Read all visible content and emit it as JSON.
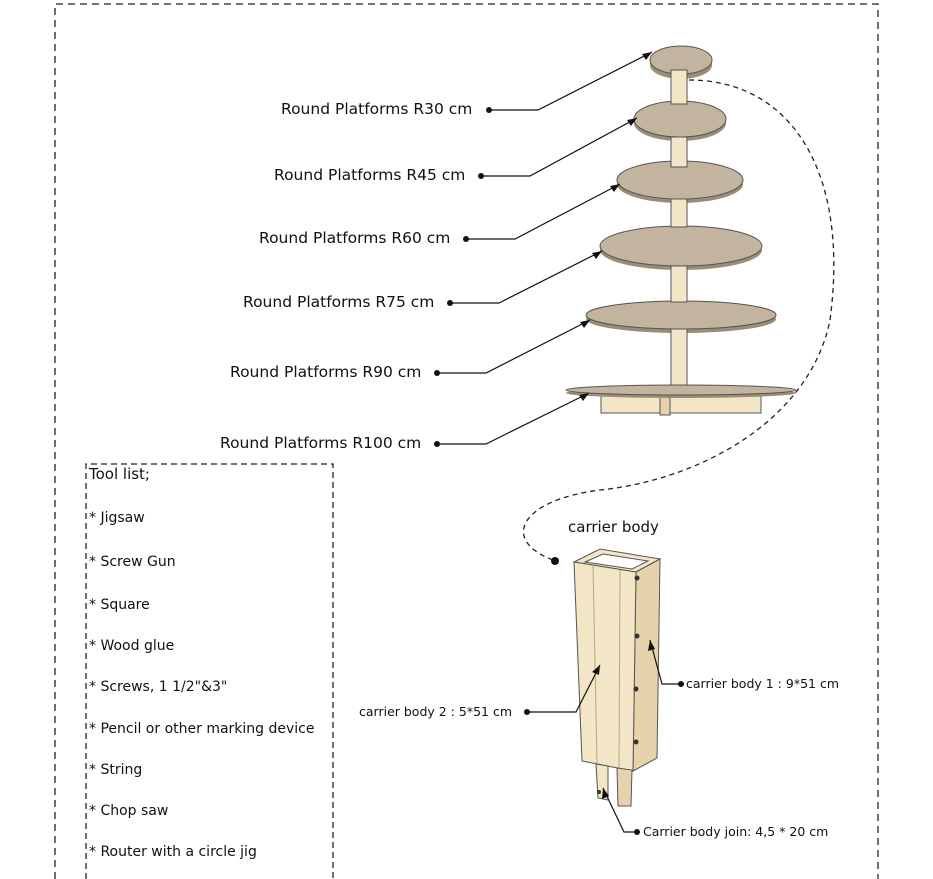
{
  "platform_labels": [
    "Round Platforms R30 cm",
    "Round Platforms R45 cm",
    "Round Platforms R60 cm",
    "Round Platforms R75 cm",
    "Round Platforms R90 cm",
    "Round Platforms R100 cm"
  ],
  "carrier": {
    "title": "carrier body",
    "body1": "carrier body 1 : 9*51 cm",
    "body2": "carrier body 2 : 5*51 cm",
    "join": "Carrier body join: 4,5 * 20 cm"
  },
  "tools": {
    "title": "Tool list;",
    "items": [
      "* Jigsaw",
      "* Screw Gun",
      "* Square",
      "* Wood glue",
      "* Screws, 1 1/2\"&3\"",
      "* Pencil or other marking device",
      "* String",
      "* Chop saw",
      "* Router with a circle jig"
    ]
  },
  "colors": {
    "disk_top": "#c2b49e",
    "disk_edge": "#9a8c76",
    "wood_light": "#f2e6c6",
    "wood_mid": "#e6d3ac",
    "wood_dark": "#c8b48c",
    "line": "#111111"
  }
}
